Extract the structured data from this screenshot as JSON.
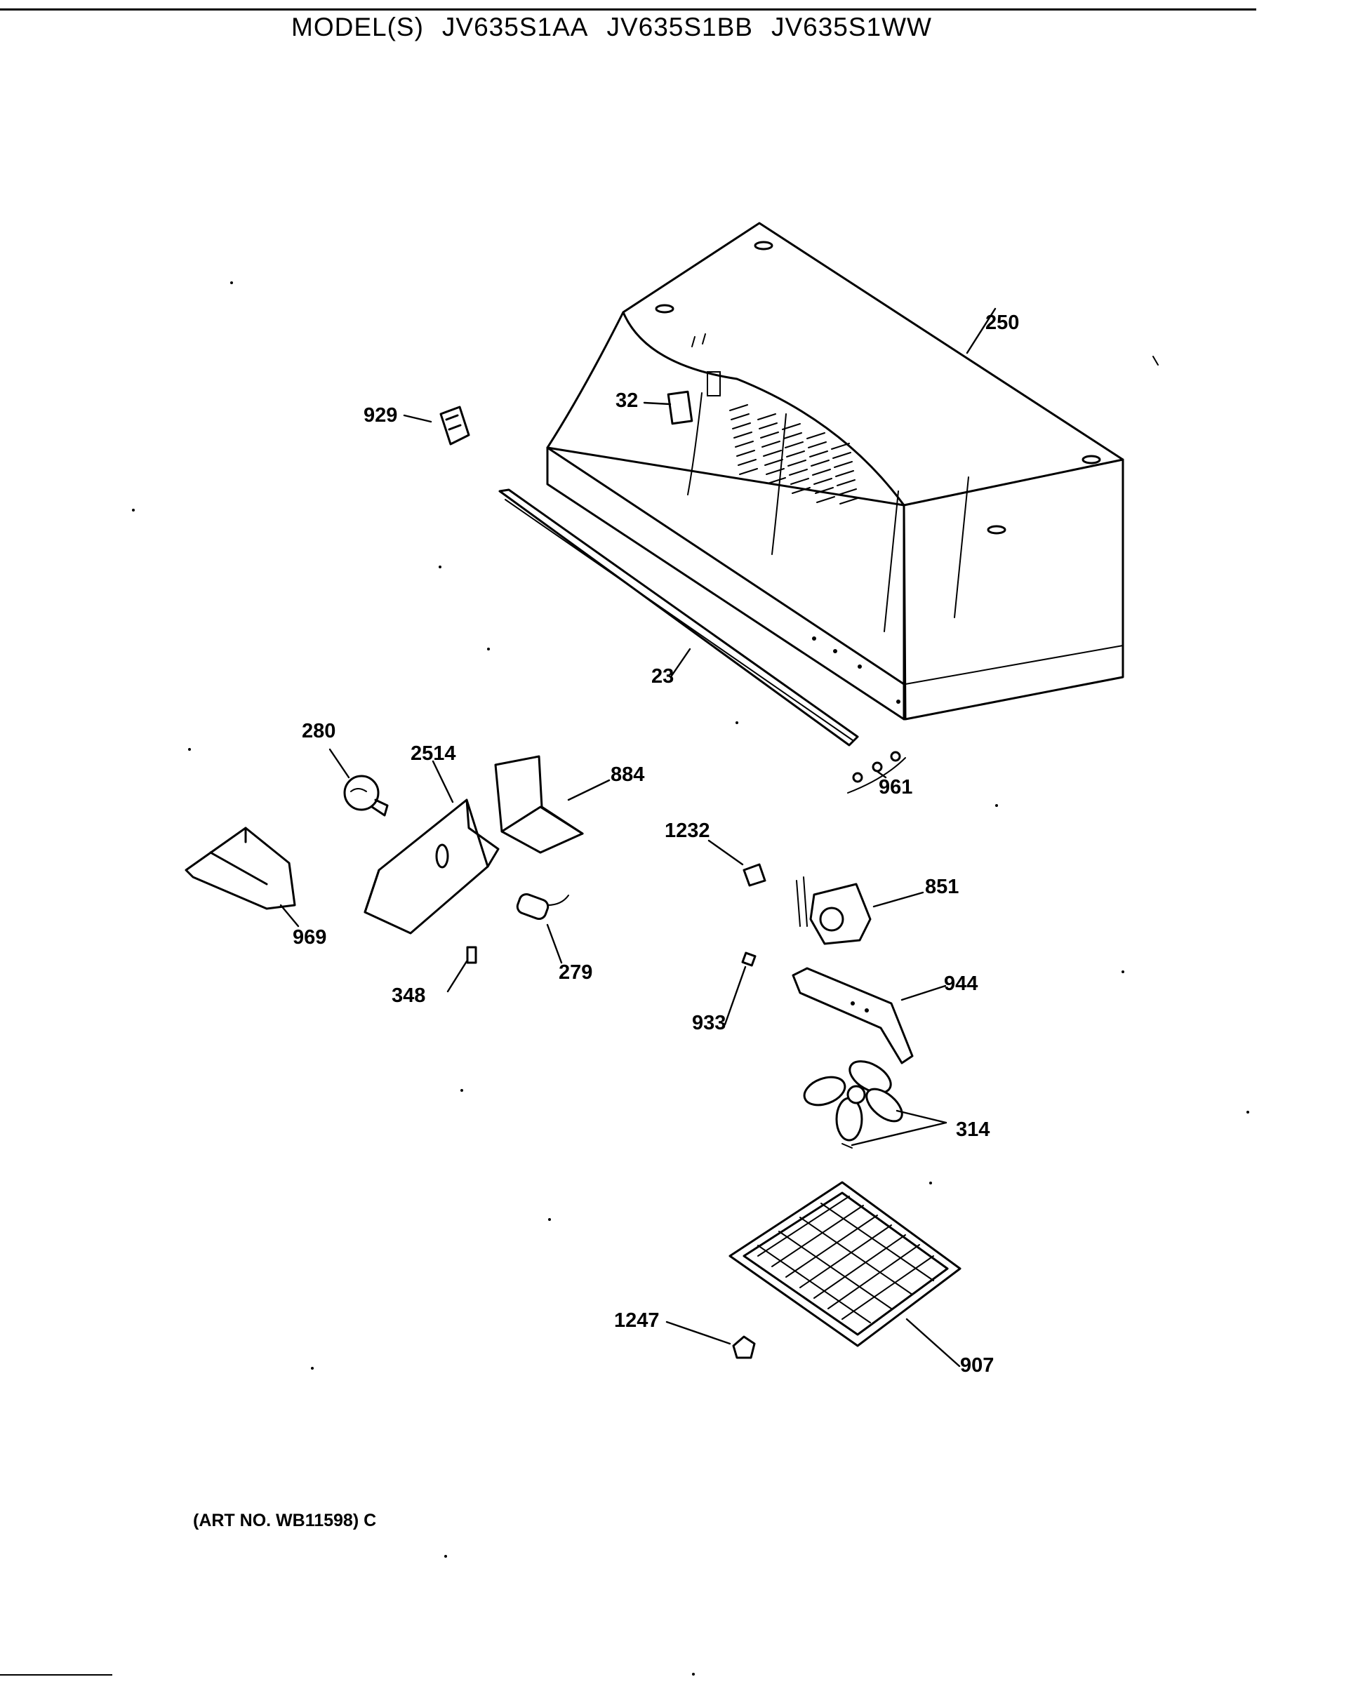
{
  "header": {
    "model_prefix": "MODEL(S)",
    "models": [
      "JV635S1AA",
      "JV635S1BB",
      "JV635S1WW"
    ]
  },
  "callouts": {
    "p250": "250",
    "p32": "32",
    "p929": "929",
    "p23": "23",
    "p280": "280",
    "p2514": "2514",
    "p884": "884",
    "p961": "961",
    "p1232": "1232",
    "p851": "851",
    "p969": "969",
    "p279": "279",
    "p348": "348",
    "p944": "944",
    "p933": "933",
    "p314": "314",
    "p1247": "1247",
    "p907": "907"
  },
  "footer": {
    "art_note": "(ART NO. WB11598) C"
  }
}
